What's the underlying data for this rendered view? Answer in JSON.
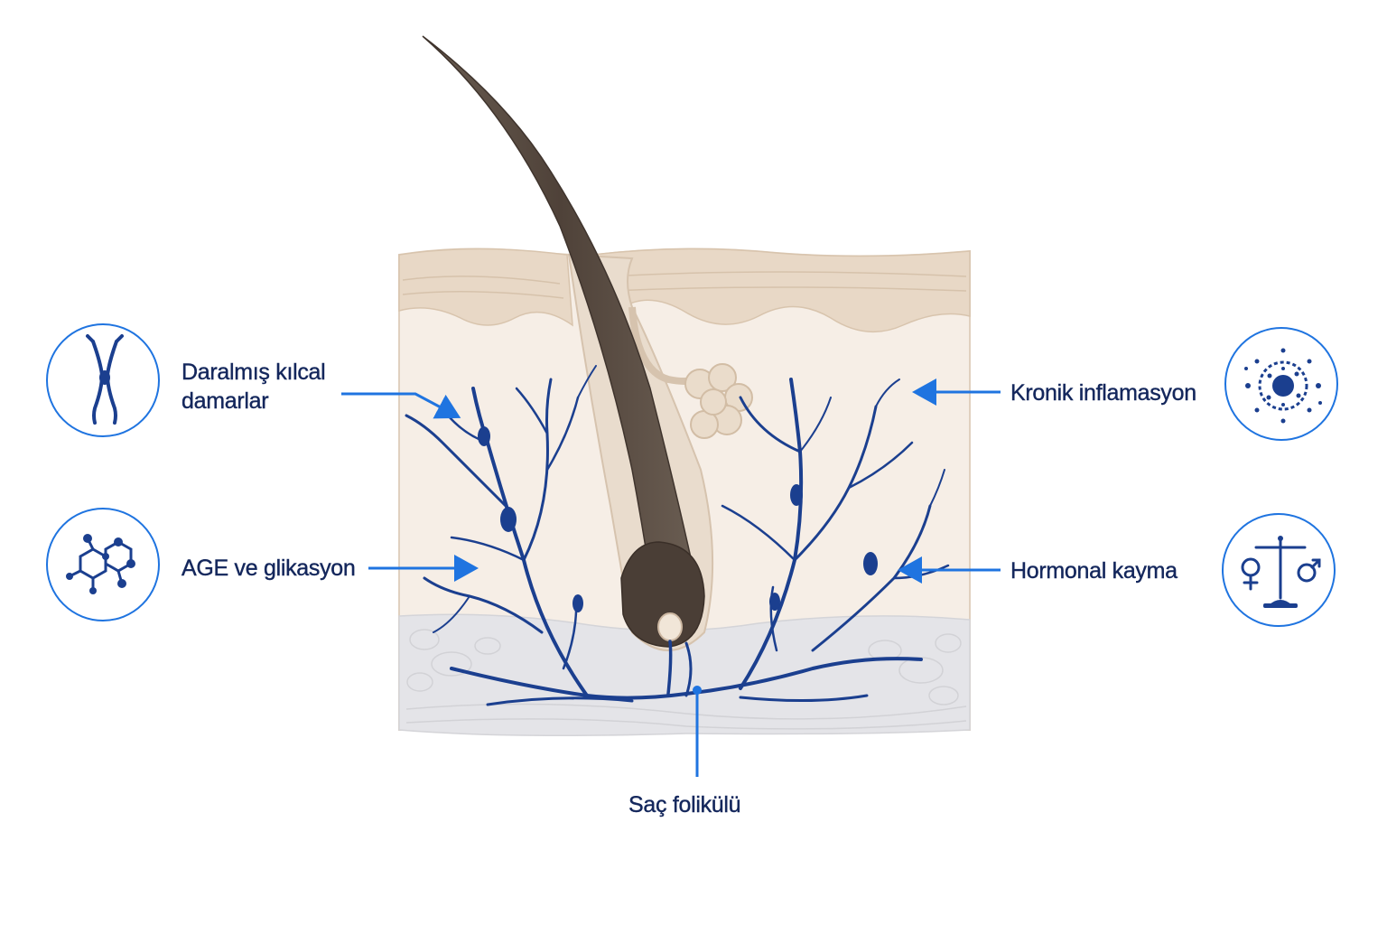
{
  "labels": {
    "narrowed_capillaries": [
      "Daralmış kılcal",
      "damarlar"
    ],
    "age_glycation": "AGE ve glikasyon",
    "chronic_inflammation": "Kronik inflamasyon",
    "hormonal_shift": "Hormonal kayma",
    "hair_follicle": "Saç folikülü"
  },
  "icons": {
    "top_left": "narrowed-capillary-icon",
    "bottom_left": "glycation-molecule-icon",
    "top_right": "inflammation-cell-icon",
    "bottom_right": "hormone-balance-icon"
  },
  "colors": {
    "accent_blue": "#1f74e0",
    "text_navy": "#14275c",
    "vessel_navy": "#1b3f8f",
    "hair_brown": "#5a4d43",
    "dermis": "#f5ece3",
    "epidermis": "#e6d5c2",
    "subcutis": "#e3e3e6"
  }
}
